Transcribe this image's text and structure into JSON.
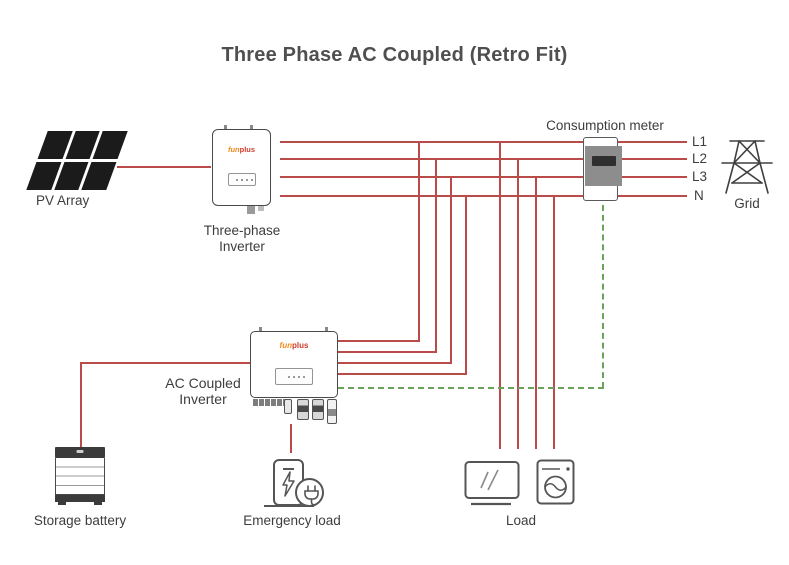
{
  "title": "Three Phase AC Coupled (Retro Fit)",
  "brand_logo": {
    "script": "fun",
    "bold": "plus"
  },
  "labels": {
    "pv_array": "PV Array",
    "three_phase_inverter_line1": "Three-phase",
    "three_phase_inverter_line2": "Inverter",
    "consumption_meter": "Consumption meter",
    "grid": "Grid",
    "ac_coupled_inverter_line1": "AC Coupled",
    "ac_coupled_inverter_line2": "Inverter",
    "storage_battery": "Storage battery",
    "emergency_load": "Emergency load",
    "load": "Load"
  },
  "phase_labels": [
    "L1",
    "L2",
    "L3",
    "N"
  ],
  "colors": {
    "ac_wire": "#b94b48",
    "comm_line": "#69a35b",
    "pv_panel": "#1b1b1b",
    "meter_body": "#8d8d8d",
    "logo_orange": "#f08c1e",
    "logo_red": "#d03a2b",
    "icon_stroke": "#4a4a4a"
  },
  "connections": [
    {
      "from": "pv_array",
      "to": "three_phase_inverter",
      "type": "dc-wire"
    },
    {
      "from": "three_phase_inverter",
      "to": "consumption_meter",
      "type": "ac-wire",
      "phases": [
        "L1",
        "L2",
        "L3",
        "N"
      ]
    },
    {
      "from": "consumption_meter",
      "to": "grid",
      "type": "ac-wire",
      "phases": [
        "L1",
        "L2",
        "L3",
        "N"
      ]
    },
    {
      "from": "three_phase_inverter",
      "to": "ac_coupled_inverter",
      "type": "ac-wire",
      "phases": [
        "L1",
        "L2",
        "L3",
        "N"
      ]
    },
    {
      "from": "three_phase_inverter",
      "to": "load",
      "type": "ac-wire",
      "phases": [
        "L1",
        "L2",
        "L3",
        "N"
      ]
    },
    {
      "from": "storage_battery",
      "to": "ac_coupled_inverter",
      "type": "dc-wire"
    },
    {
      "from": "ac_coupled_inverter",
      "to": "emergency_load",
      "type": "ac-wire"
    },
    {
      "from": "ac_coupled_inverter",
      "to": "consumption_meter",
      "type": "communication-dashed"
    }
  ]
}
